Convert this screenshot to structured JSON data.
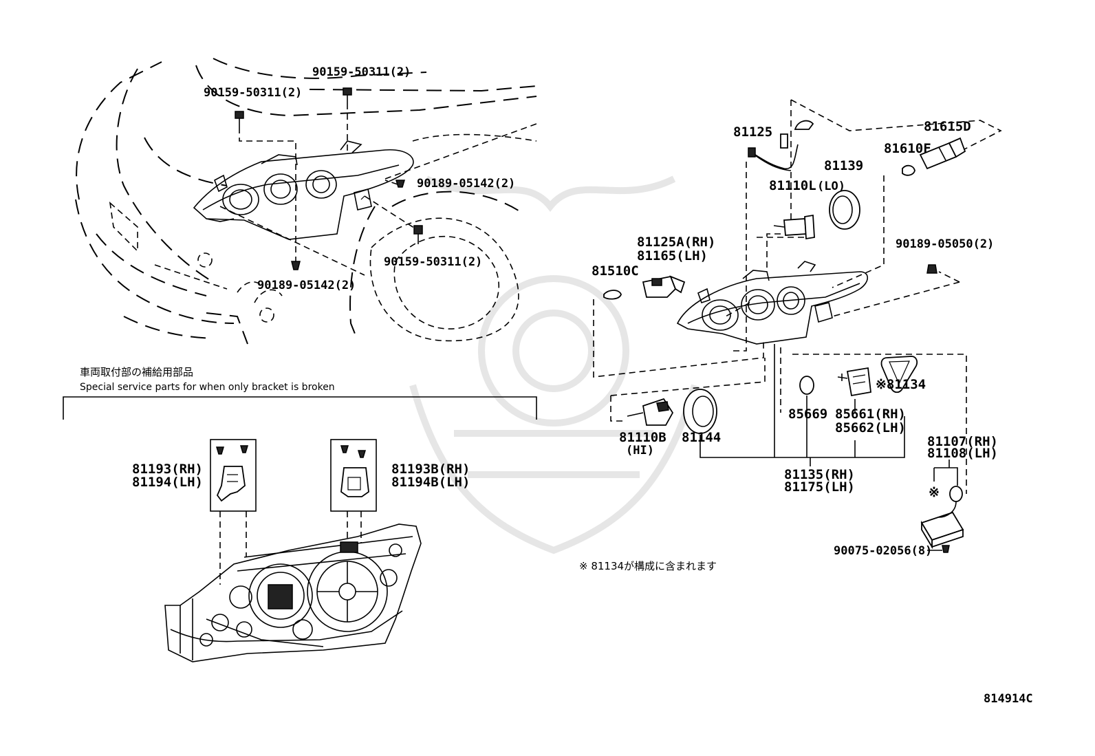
{
  "diagram": {
    "part_labels": {
      "p_90159_50311_top_left": "90159-50311(2)",
      "p_90159_50311_top_center": "90159-50311(2)",
      "p_90189_05142_right": "90189-05142(2)",
      "p_90159_50311_lower": "90159-50311(2)",
      "p_90189_05142_bottom": "90189-05142(2)",
      "p_81125": "81125",
      "p_81615D": "81615D",
      "p_81610F": "81610F",
      "p_81139": "81139",
      "p_81110L": "81110L",
      "p_81110L_sub": "(LO)",
      "p_81125A": "81125A(RH)",
      "p_81165": "81165(LH)",
      "p_81510C": "81510C",
      "p_90189_05050": "90189-05050(2)",
      "p_81134": "※81134",
      "p_85669": "85669",
      "p_85661": "85661(RH)",
      "p_85662": "85662(LH)",
      "p_81110B": "81110B",
      "p_81110B_sub": "(HI)",
      "p_81144": "81144",
      "p_81107": "81107(RH)",
      "p_81108": "81108(LH)",
      "p_81135": "81135(RH)",
      "p_81175": "81175(LH)",
      "p_90075_02056": "90075-02056(8)",
      "p_81193": "81193(RH)",
      "p_81194": "81194(LH)",
      "p_81193B": "81193B(RH)",
      "p_81194B": "81194B(LH)",
      "asterisk_mark": "※"
    },
    "notes": {
      "service_parts_jp": "車両取付部の補給用部品",
      "service_parts_en": "Special service parts for when only bracket is broken",
      "included_note": "※ 81134が構成に含まれます"
    },
    "figure_code": "814914C"
  }
}
